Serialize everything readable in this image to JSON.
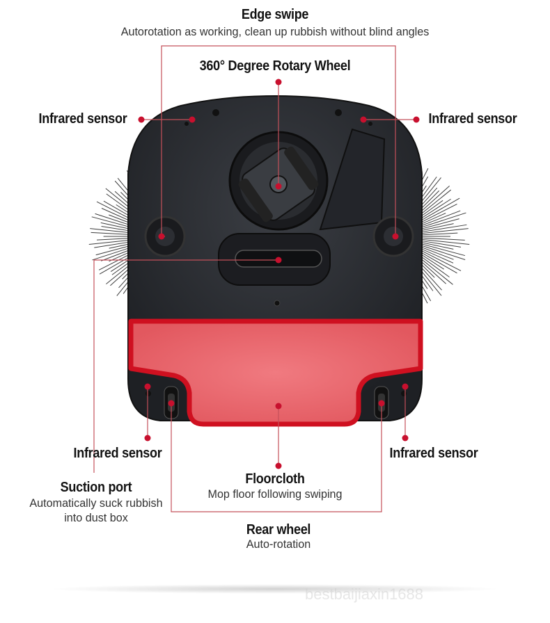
{
  "edge_swipe": {
    "title": "Edge swipe",
    "desc": "Autorotation as working, clean up rubbish without blind angles"
  },
  "rotary_wheel": {
    "title": "360° Degree Rotary Wheel"
  },
  "infrared_top_left": {
    "title": "Infrared sensor"
  },
  "infrared_top_right": {
    "title": "Infrared sensor"
  },
  "infrared_bottom_left": {
    "title": "Infrared sensor"
  },
  "infrared_bottom_right": {
    "title": "Infrared sensor"
  },
  "suction_port": {
    "title": "Suction port",
    "desc_line1": "Automatically suck rubbish",
    "desc_line2": "into dust box"
  },
  "floorcloth": {
    "title": "Floorcloth",
    "desc": "Mop floor following swiping"
  },
  "rear_wheel": {
    "title": "Rear wheel",
    "desc": "Auto-rotation"
  },
  "watermark": "bestbaijiaxin1688",
  "colors": {
    "accent_red": "#c8102e",
    "leader_line": "#c4505a",
    "body_dark": "#2a2c31",
    "mop_pink": "#e8636a",
    "mop_border": "#cf1020"
  }
}
